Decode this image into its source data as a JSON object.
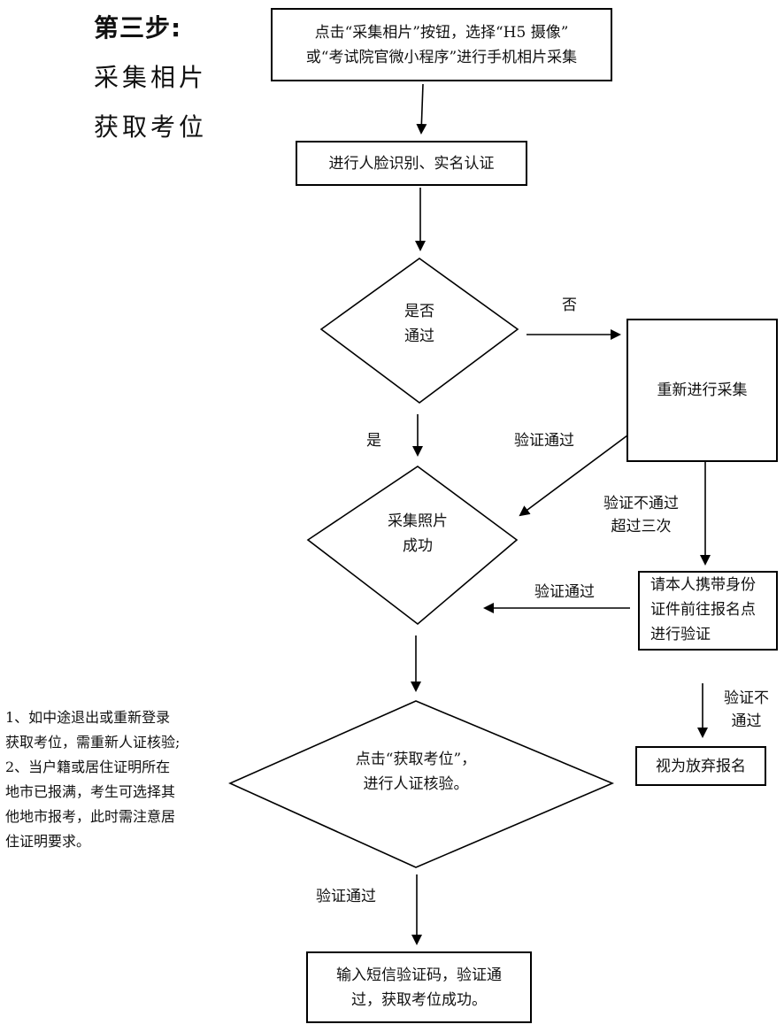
{
  "header": {
    "step": "第三步:",
    "line1": "采集相片",
    "line2": "获取考位"
  },
  "nodes": {
    "start": {
      "line1": "点击“采集相片”按钮，选择“H5 摄像”",
      "line2": "或“考试院官微小程序”进行手机相片采集"
    },
    "face": {
      "text": "进行人脸识别、实名认证"
    },
    "pass_check": {
      "line1": "是否",
      "line2": "通过"
    },
    "retry": {
      "text": "重新进行采集"
    },
    "photo_ok": {
      "line1": "采集照片",
      "line2": "成功"
    },
    "in_person": {
      "line1": "请本人携带身份",
      "line2": "证件前往报名点",
      "line3": "进行验证"
    },
    "get_seat": {
      "line1": "点击“获取考位”，",
      "line2": "进行人证核验。"
    },
    "give_up": {
      "text": "视为放弃报名"
    },
    "sms": {
      "line1": "输入短信验证码，验证通",
      "line2": "过，获取考位成功。"
    }
  },
  "edges": {
    "no": "否",
    "yes": "是",
    "verified_1": "验证通过",
    "fail_over3_line1": "验证不通过",
    "fail_over3_line2": "超过三次",
    "verified_2": "验证通过",
    "fail_line1": "验证不",
    "fail_line2": "通过",
    "verified_3": "验证通过"
  },
  "notes": {
    "line1": "1、如中途退出或重新登录",
    "line2": "获取考位，需重新人证核验;",
    "line3": "2、当户籍或居住证明所在",
    "line4": "地市已报满，考生可选择其",
    "line5": "他地市报考，此时需注意居",
    "line6": "住证明要求。"
  }
}
